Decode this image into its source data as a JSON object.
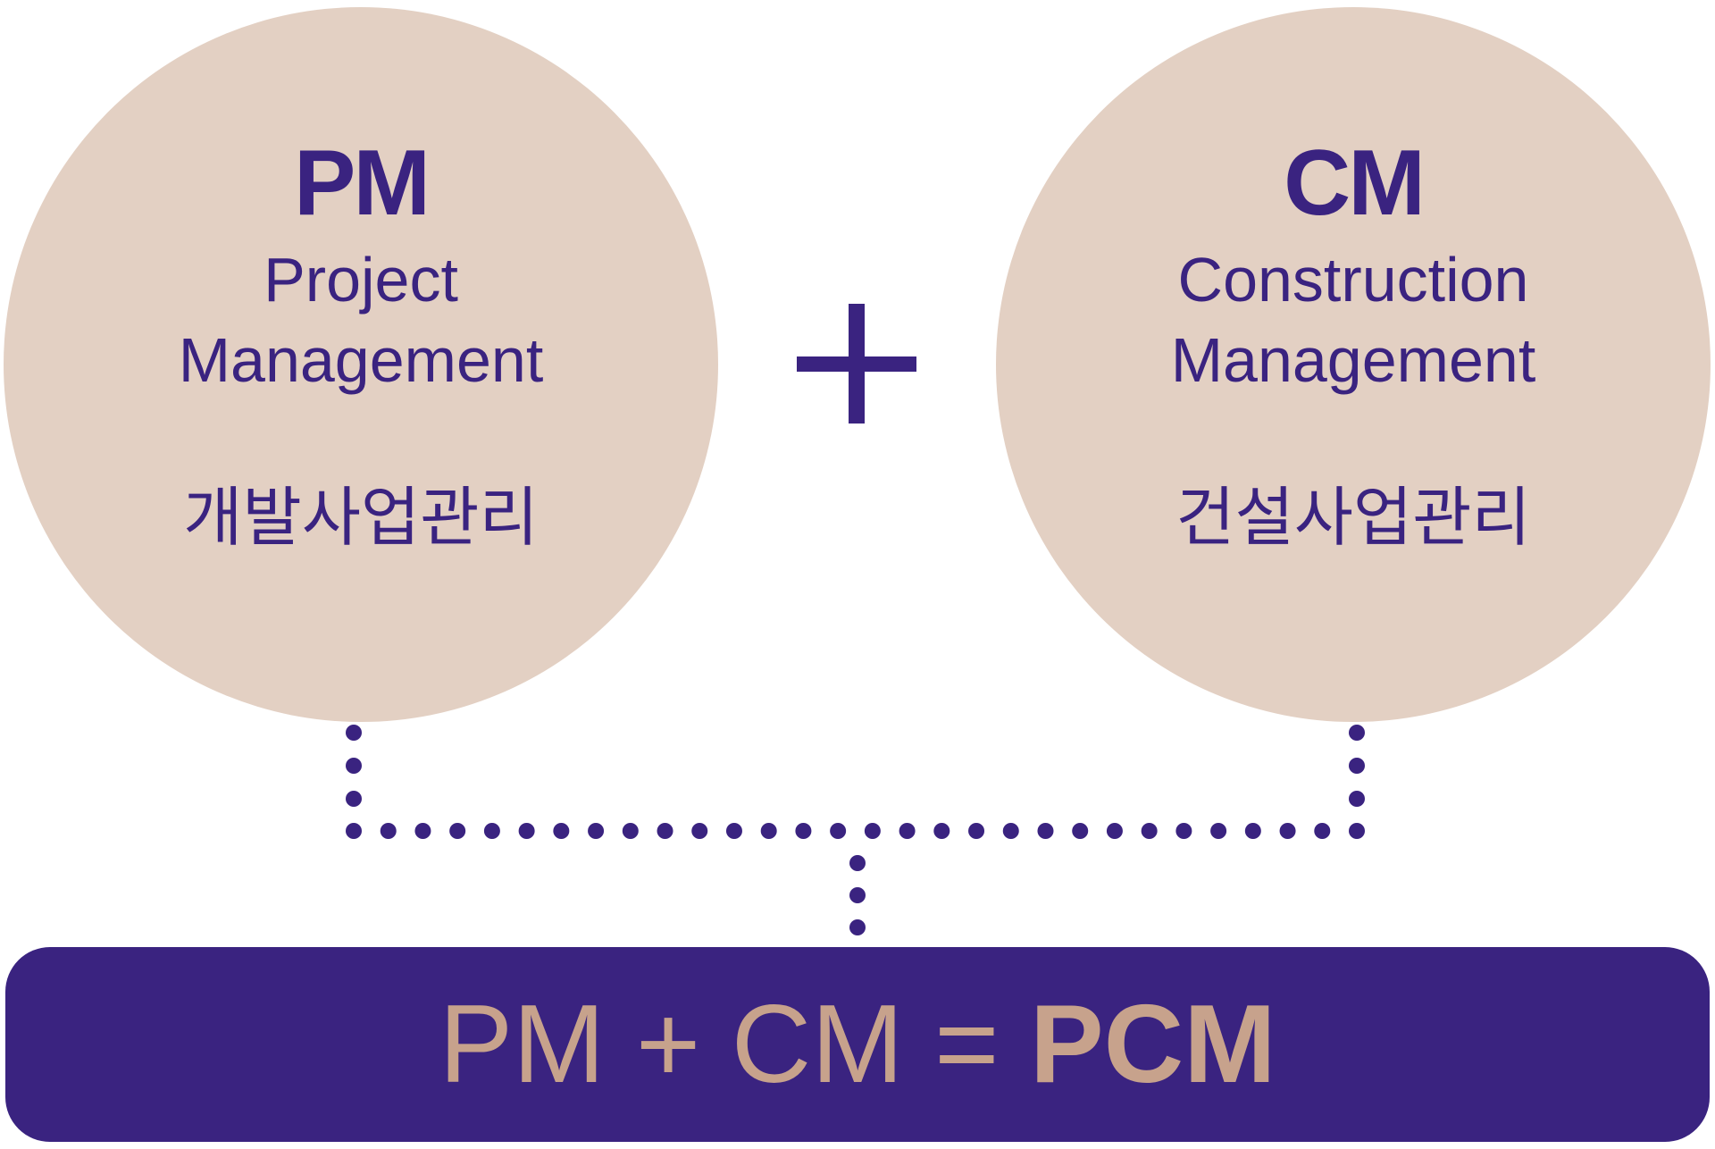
{
  "pm": {
    "abbr": "PM",
    "full_line1": "Project",
    "full_line2": "Management",
    "korean": "개발사업관리"
  },
  "cm": {
    "abbr": "CM",
    "full_line1": "Construction",
    "full_line2": "Management",
    "korean": "건설사업관리"
  },
  "operator": "+",
  "result": {
    "formula_prefix": "PM + CM = ",
    "formula_result": "PCM"
  },
  "colors": {
    "circle_fill": "#e3d0c3",
    "primary_purple": "#3a2380",
    "formula_text": "#c7a28c"
  }
}
